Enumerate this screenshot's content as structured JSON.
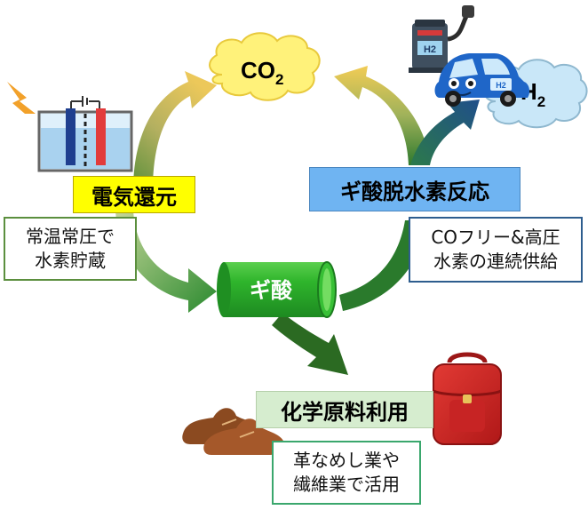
{
  "cycle": {
    "co2_label": "CO",
    "co2_sub": "2",
    "h2_label": "H",
    "h2_sub": "2",
    "electro_reduction": "電気還元",
    "dehydrogenation": "ギ酸脱水素反応",
    "formic_acid": "ギ酸",
    "chemical_feedstock": "化学原料利用"
  },
  "notes": {
    "storage_line1": "常温常圧で",
    "storage_line2": "水素貯蔵",
    "supply_line1": "COフリー&高圧",
    "supply_line2": "水素の連続供給",
    "uses_line1": "革なめし業や",
    "uses_line2": "繊維業で活用"
  },
  "pump_badge": "H2",
  "car_badge": "H2",
  "colors": {
    "electro_box": "#ffff00",
    "dehydro_box": "#6fb4f2",
    "feedstock_box": "#d6edcf",
    "cylinder_green": "#27a62b",
    "arrow_gold": "#e9c65a",
    "arrow_green": "#2a8a2f",
    "arrow_navy": "#1f4e79",
    "cloud_yellow": "#fff27a",
    "cloud_blue": "#c9e7f8",
    "note_green_border": "#5b8f3e",
    "note_blue_border": "#2e5d8e",
    "note_teal_border": "#3aa76d"
  }
}
